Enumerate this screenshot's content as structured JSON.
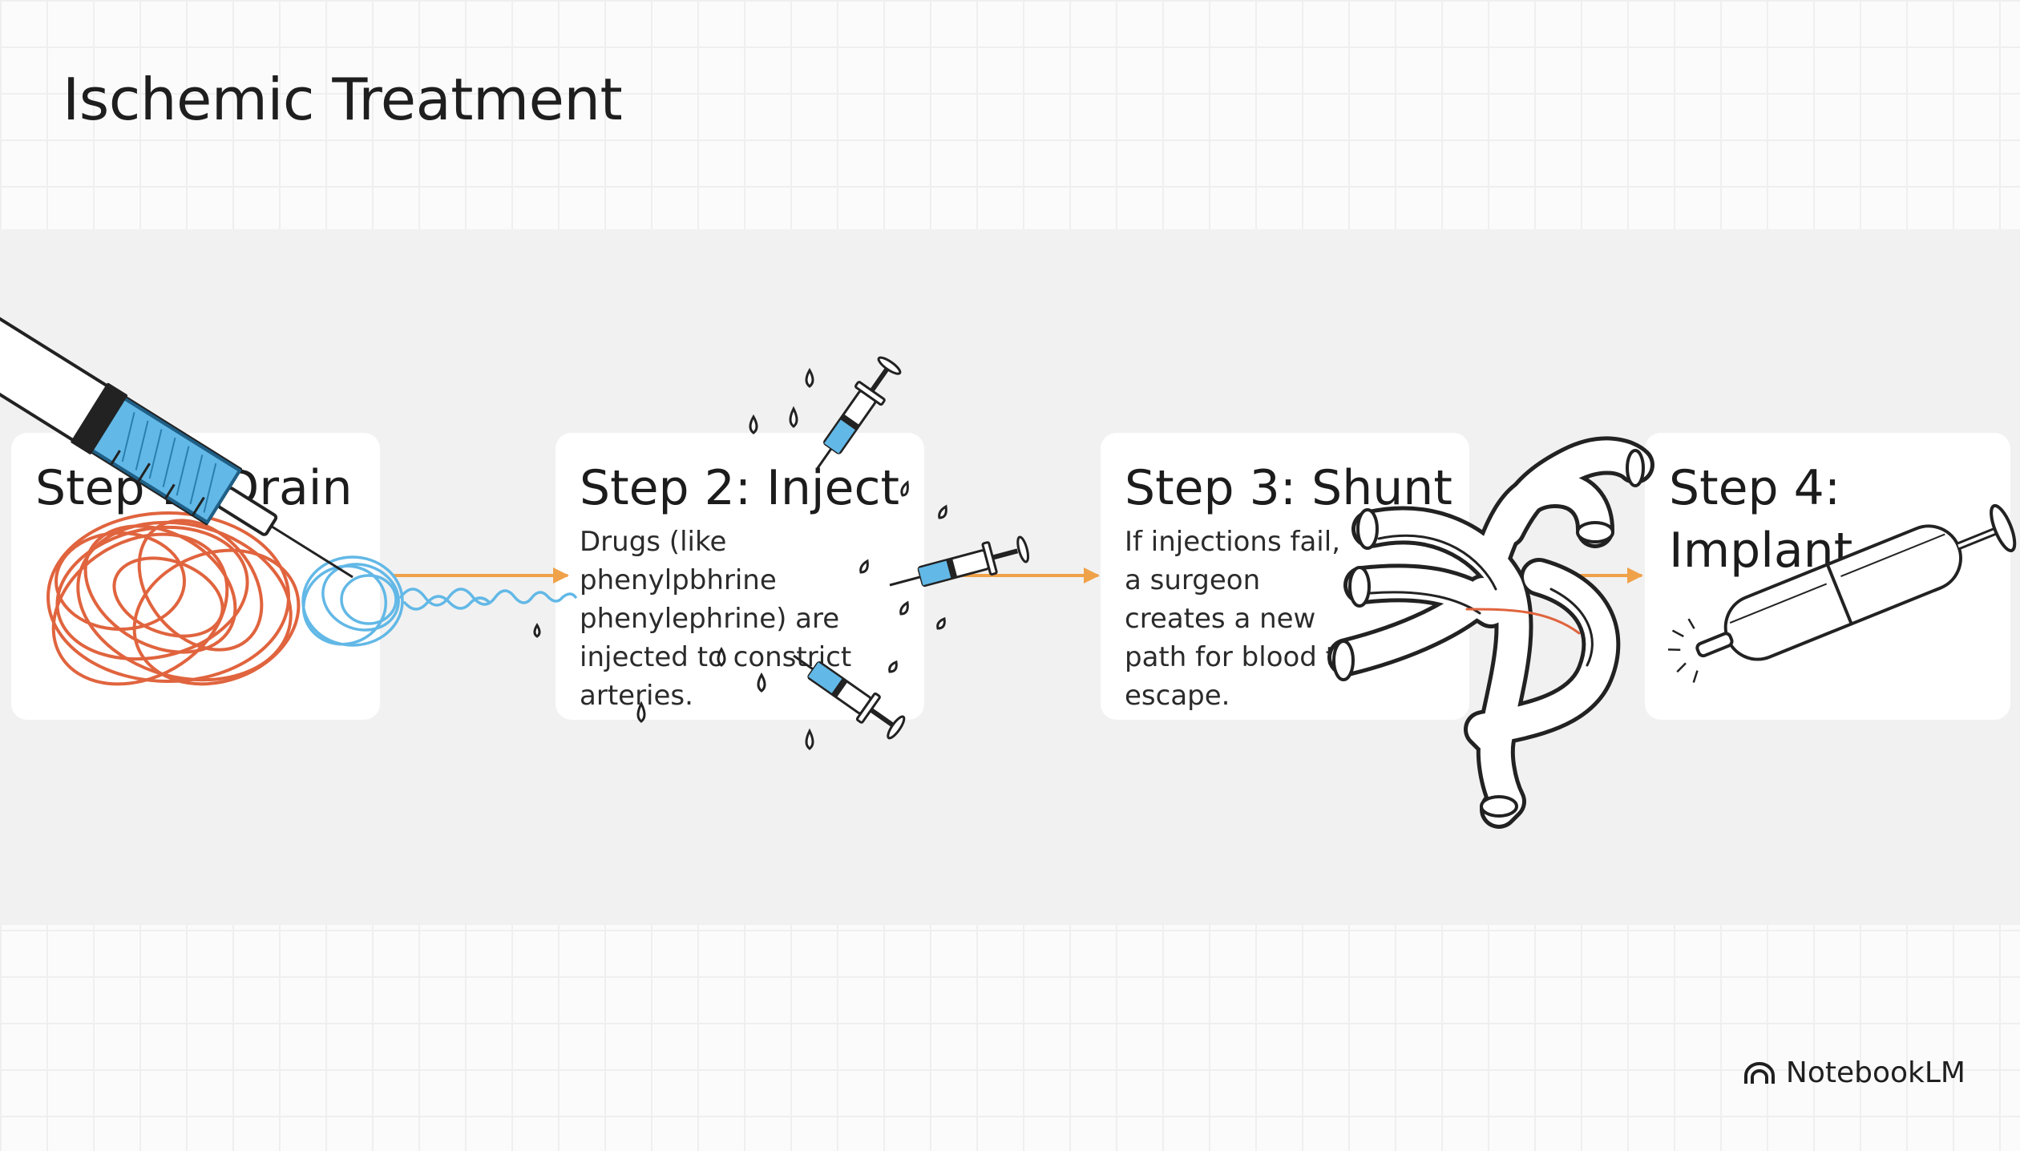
{
  "title": "Ischemic Treatment",
  "steps": [
    {
      "heading": "Step 1: Drain",
      "body": ""
    },
    {
      "heading": "Step 2: Inject",
      "body": "Drugs (like phenylpbhrine phenylephrine) are injected to constrict arteries."
    },
    {
      "heading": "Step 3: Shunt",
      "body": "If injections fail, a surgeon creates a new path for blood to escape."
    },
    {
      "heading": "Step 4: Implant",
      "body": ""
    }
  ],
  "brand": {
    "name": "NotebookLM",
    "icon": "notebooklm-logo-icon"
  },
  "colors": {
    "arrow": "#f0a24a",
    "blood": "#e0643e",
    "fluid": "#62b8e6",
    "ink": "#222222"
  }
}
